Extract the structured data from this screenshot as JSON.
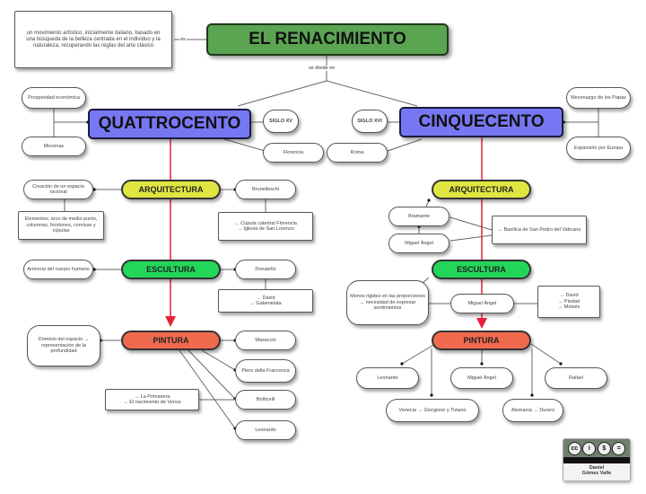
{
  "title": "EL RENACIMIENTO",
  "definition": "un movimiento artístico, inicialmente italiano, basado en una búsqueda de la belleza centrada en el individuo y la naturaleza, recuperando las reglas del arte clásico",
  "links": {
    "es": "es",
    "se_divide_en": "se divide en"
  },
  "quattrocento": {
    "label": "QUATTROCENTO",
    "context": [
      "Prosperidad económica",
      "Mecenas"
    ],
    "siglo": "SIGLO XV",
    "city": "Florencia",
    "arquitectura": {
      "label": "ARQUITECTURA",
      "left": "Creación de un espacio racional",
      "left_detail": "Elementos: arco de medio punto, columnas, frontones, cornisas y cúpulas",
      "artist": "Brunelleschi",
      "works": "→ Cúpula catedral Florencia\n→ Iglesia de San Lorenzo"
    },
    "escultura": {
      "label": "ESCULTURA",
      "left": "Armonía del cuerpo humano",
      "artist": "Donatello",
      "works": "→ David\n→ Gatamelata"
    },
    "pintura": {
      "label": "PINTURA",
      "left": "Dominio del espacio → representación de la profundidad",
      "artists": [
        "Masaccio",
        "Piero della Francesca",
        "Botticelli",
        "Leonardo"
      ],
      "works": "→ La Primavera\n→ El nacimiento de Venus"
    }
  },
  "cinquecento": {
    "label": "CINQUECENTO",
    "context": [
      "Mecenazgo de los Papas",
      "Expansión por Europa"
    ],
    "siglo": "SIGLO XVI",
    "city": "Roma",
    "arquitectura": {
      "label": "ARQUITECTURA",
      "artists": [
        "Bramante",
        "Miguel Ángel"
      ],
      "works": "→ Basílica de San Pedro del Vaticano"
    },
    "escultura": {
      "label": "ESCULTURA",
      "left": "Menos rigidez en las proporciones → necesidad de expresar sentimientos",
      "artist": "Miguel Ángel",
      "works": "→ David\n→ Piedad\n→ Moisés"
    },
    "pintura": {
      "label": "PINTURA",
      "artists": [
        "Leonardo",
        "Miguel Ángel",
        "Rafael"
      ],
      "schools": [
        "Venecia → Giorgione y Tiziano",
        "Alemania → Durero"
      ]
    }
  },
  "credit": {
    "line1": "Daniel",
    "line2": "Gómez Valle",
    "badge": [
      "cc",
      "i",
      "$",
      "="
    ]
  }
}
